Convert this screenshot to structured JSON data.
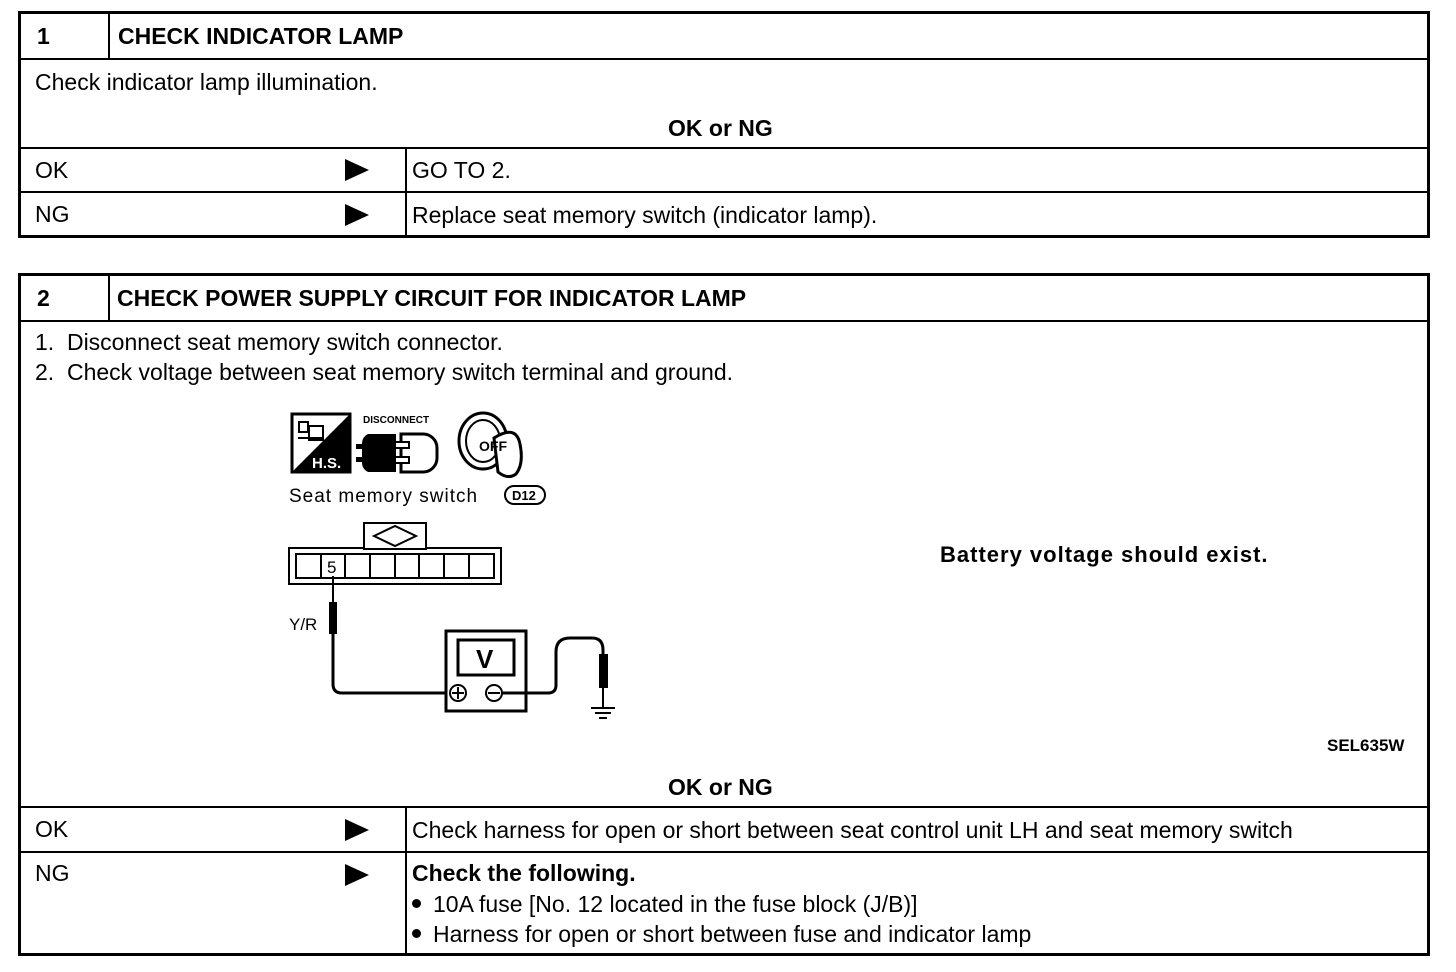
{
  "step1": {
    "number": "1",
    "title": "CHECK INDICATOR LAMP",
    "instruction": "Check indicator lamp illumination.",
    "ok_or_ng": "OK or NG",
    "ok_label": "OK",
    "ok_action": "GO TO 2.",
    "ng_label": "NG",
    "ng_action": "Replace seat memory switch (indicator lamp)."
  },
  "step2": {
    "number": "2",
    "title": "CHECK POWER SUPPLY CIRCUIT FOR INDICATOR LAMP",
    "instructions": [
      "1.  Disconnect seat memory switch connector.",
      "2.  Check voltage between seat memory switch terminal and ground."
    ],
    "diagram": {
      "icon_disconnect_label": "DISCONNECT",
      "icon_hs_label": "H.S.",
      "icon_off_label": "OFF",
      "connector_caption": "Seat memory switch",
      "connector_id": "D12",
      "terminal_number": "5",
      "wire_color": "Y/R",
      "meter_label": "V",
      "spec": "Battery voltage should exist.",
      "figure_code": "SEL635W"
    },
    "ok_or_ng": "OK or NG",
    "ok_label": "OK",
    "ok_action": "Check harness for open or short between seat control unit LH and seat memory switch",
    "ng_label": "NG",
    "ng_action_title": "Check the following.",
    "ng_action_items": [
      "10A fuse [No. 12 located in the fuse block (J/B)]",
      "Harness for open or short between fuse and indicator lamp"
    ]
  }
}
